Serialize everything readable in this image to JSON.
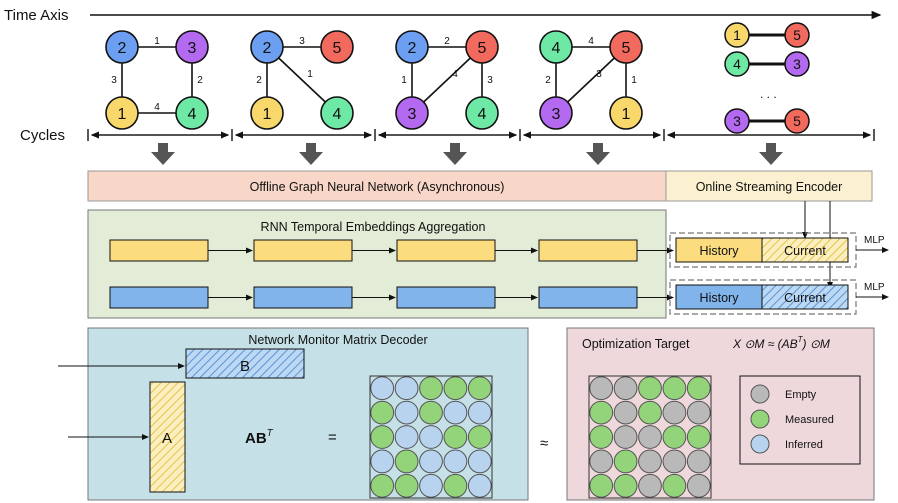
{
  "labels": {
    "time_axis": "Time Axis",
    "cycles": "Cycles",
    "offline_gnn": "Offline Graph Neural Network (Asynchronous)",
    "online_encoder": "Online Streaming Encoder",
    "rnn_title": "RNN Temporal Embeddings Aggregation",
    "history": "History",
    "current": "Current",
    "mlp": "MLP",
    "decoder_title": "Network Monitor Matrix Decoder",
    "matrix_b": "B",
    "matrix_a": "A",
    "product": "AB",
    "product_sup": "T",
    "equals": "=",
    "approx": "≈",
    "ellipsis": ". . .",
    "optimization_title": "Optimization Target",
    "optimization_formula": "X ⊙M ≈ (AB",
    "optimization_formula_sup": "T",
    "optimization_formula_end": ") ⊙M",
    "legend_empty": "Empty",
    "legend_measured": "Measured",
    "legend_inferred": "Inferred"
  },
  "colors": {
    "node_blue": "#6c9ef2",
    "node_purple": "#b36af0",
    "node_yellow": "#f8d86a",
    "node_green": "#6ee8a5",
    "node_red": "#f26a5e",
    "offline_bar": "#f8d7c9",
    "online_bar": "#fbf0cf",
    "rnn_panel": "#e3ecd6",
    "decoder_panel": "#c5e0e6",
    "target_panel": "#efd8db",
    "yellow_box": "#fbdc7e",
    "blue_box": "#80b4ea",
    "cell_gray": "#b9b9b9",
    "cell_green": "#93d47a",
    "cell_blue": "#b7d3ee"
  },
  "graphs": [
    {
      "nodes": [
        "2",
        "3",
        "1",
        "4"
      ],
      "edges": [
        {
          "from": "2",
          "to": "3",
          "weight": "1"
        },
        {
          "from": "2",
          "to": "1",
          "weight": "3"
        },
        {
          "from": "3",
          "to": "4",
          "weight": "2"
        },
        {
          "from": "1",
          "to": "4",
          "weight": "4"
        }
      ]
    },
    {
      "nodes": [
        "2",
        "5",
        "1",
        "4"
      ],
      "edges": [
        {
          "from": "2",
          "to": "5",
          "weight": "3"
        },
        {
          "from": "2",
          "to": "1",
          "weight": "2"
        },
        {
          "from": "2",
          "to": "4",
          "weight": "1"
        }
      ]
    },
    {
      "nodes": [
        "2",
        "5",
        "3",
        "4"
      ],
      "edges": [
        {
          "from": "2",
          "to": "5",
          "weight": "2"
        },
        {
          "from": "2",
          "to": "3",
          "weight": "1"
        },
        {
          "from": "5",
          "to": "3",
          "weight": "4"
        },
        {
          "from": "5",
          "to": "4",
          "weight": "3"
        }
      ]
    },
    {
      "nodes": [
        "4",
        "5",
        "3",
        "1"
      ],
      "edges": [
        {
          "from": "4",
          "to": "5",
          "weight": "4"
        },
        {
          "from": "4",
          "to": "3",
          "weight": "2"
        },
        {
          "from": "5",
          "to": "3",
          "weight": "3"
        },
        {
          "from": "5",
          "to": "1",
          "weight": "1"
        }
      ]
    }
  ],
  "streaming_pairs": [
    {
      "left": "1",
      "right": "5"
    },
    {
      "left": "4",
      "right": "3"
    },
    {
      "left": "3",
      "right": "5"
    }
  ],
  "decoder_matrix": [
    [
      "blue",
      "blue",
      "green",
      "green",
      "green"
    ],
    [
      "green",
      "blue",
      "green",
      "blue",
      "blue"
    ],
    [
      "green",
      "blue",
      "blue",
      "green",
      "green"
    ],
    [
      "blue",
      "green",
      "blue",
      "blue",
      "blue"
    ],
    [
      "green",
      "green",
      "blue",
      "green",
      "blue"
    ]
  ],
  "target_matrix": [
    [
      "gray",
      "gray",
      "green",
      "green",
      "green"
    ],
    [
      "green",
      "gray",
      "green",
      "gray",
      "gray"
    ],
    [
      "green",
      "gray",
      "gray",
      "green",
      "green"
    ],
    [
      "gray",
      "green",
      "gray",
      "gray",
      "gray"
    ],
    [
      "green",
      "green",
      "gray",
      "green",
      "gray"
    ]
  ]
}
